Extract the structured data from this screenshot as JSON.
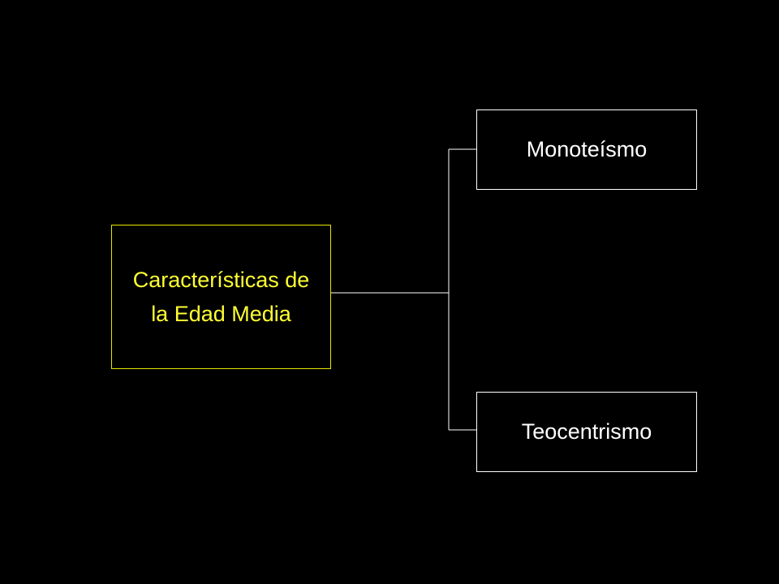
{
  "diagram": {
    "main": {
      "label": "Características de la Edad Media"
    },
    "children": [
      {
        "label": "Monoteísmo"
      },
      {
        "label": "Teocentrismo"
      }
    ]
  },
  "colors": {
    "background": "#000000",
    "main_text": "#FFFF33",
    "main_border": "#E6E600",
    "child_text": "#FFFFFF",
    "child_border": "#FFFFFF",
    "connector": "#FFFFFF"
  }
}
